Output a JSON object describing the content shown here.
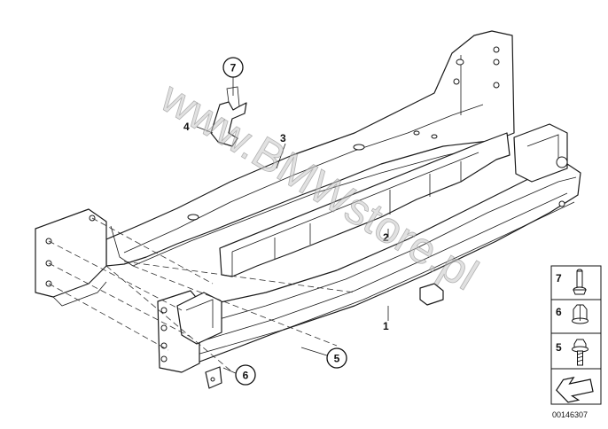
{
  "diagram": {
    "callouts": {
      "part1": "1",
      "part2": "2",
      "part3": "3",
      "part4": "4",
      "part5": "5",
      "part6": "6",
      "part7": "7"
    },
    "legend": [
      {
        "number": "7",
        "icon": "rivet-icon"
      },
      {
        "number": "6",
        "icon": "nut-icon"
      },
      {
        "number": "5",
        "icon": "screw-icon"
      }
    ],
    "direction_icon": "arrow-icon",
    "diagram_number": "00146307",
    "watermark": "www.BMWstore.pl"
  }
}
